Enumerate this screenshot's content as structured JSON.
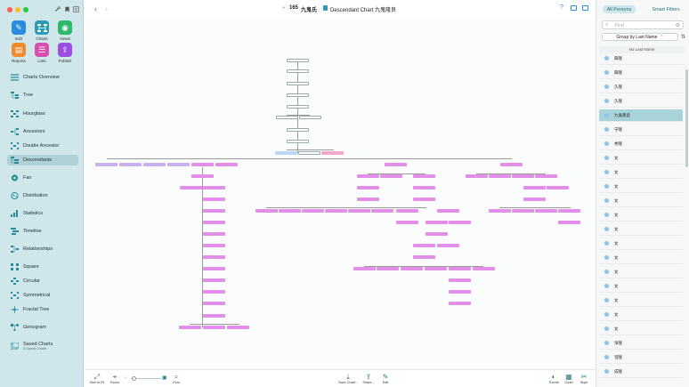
{
  "window": {
    "title_count": "165",
    "title_name": "九鬼氏",
    "chart_title": "Descendant Chart 九鬼隆良"
  },
  "sidebar": {
    "main_buttons": [
      {
        "label": "Edit",
        "icon": "pencil-icon",
        "color": "#2a8be0"
      },
      {
        "label": "Charts",
        "icon": "charts-icon",
        "color": "#2a9bb0"
      },
      {
        "label": "Views",
        "icon": "eye-icon",
        "color": "#2eb86a"
      },
      {
        "label": "Reports",
        "icon": "reports-icon",
        "color": "#f08a2a"
      },
      {
        "label": "Lists",
        "icon": "lists-icon",
        "color": "#d94fb0"
      },
      {
        "label": "Publish",
        "icon": "publish-icon",
        "color": "#9b4fe0"
      }
    ],
    "items": [
      {
        "label": "Charts Overview",
        "icon": "charts-overview-icon"
      },
      {
        "label": "Tree",
        "icon": "tree-icon"
      },
      {
        "label": "Hourglass",
        "icon": "hourglass-icon"
      },
      {
        "label": "Ancestors",
        "icon": "ancestors-icon"
      },
      {
        "label": "Double Ancestor",
        "icon": "double-ancestor-icon"
      },
      {
        "label": "Descendants",
        "icon": "descendants-icon"
      },
      {
        "label": "Fan",
        "icon": "fan-icon"
      },
      {
        "label": "Distribution",
        "icon": "distribution-icon"
      },
      {
        "label": "Statistics",
        "icon": "statistics-icon"
      },
      {
        "label": "Timeline",
        "icon": "timeline-icon"
      },
      {
        "label": "Relationships",
        "icon": "relationships-icon"
      },
      {
        "label": "Square",
        "icon": "square-icon"
      },
      {
        "label": "Circular",
        "icon": "circular-icon"
      },
      {
        "label": "Symmetrical",
        "icon": "symmetrical-icon"
      },
      {
        "label": "Fractal Tree",
        "icon": "fractal-tree-icon"
      },
      {
        "label": "Genogram",
        "icon": "genogram-icon"
      },
      {
        "label": "Saved Charts",
        "icon": "saved-charts-icon"
      }
    ],
    "saved_charts_sub": "0 Saved Charts",
    "active_item": "Descendants"
  },
  "bottombar": {
    "buttons": [
      {
        "label": "Size to Fit"
      },
      {
        "label": "Focus"
      },
      {
        "label": "Find"
      },
      {
        "label": "Save Chart..."
      },
      {
        "label": "Share..."
      },
      {
        "label": "Edit"
      },
      {
        "label": "Theme"
      },
      {
        "label": "Chart"
      },
      {
        "label": "Style"
      }
    ]
  },
  "rpanel": {
    "tabs": [
      "All Persons",
      "Smart Filters"
    ],
    "find_placeholder": "Find",
    "group_by": "Group by Last Name",
    "list_header": "No Last Name",
    "persons": [
      "興隆",
      "興隆",
      "久隆",
      "久隆",
      "九鬼隆良",
      "守隆",
      "秀隆",
      "女",
      "女",
      "女",
      "女",
      "女",
      "女",
      "女",
      "女",
      "女",
      "女",
      "女",
      "女",
      "女",
      "浄隆",
      "澄隆",
      "成隆"
    ],
    "selected_index": 4
  },
  "colors": {
    "accent": "#2a9bb0",
    "sidebar_bg": "#cfe6ea",
    "node_pink": "#e38ee9",
    "node_lavender": "#c9b0f0",
    "node_blue": "#bcd6f5",
    "selection": "#a7d3d9"
  }
}
